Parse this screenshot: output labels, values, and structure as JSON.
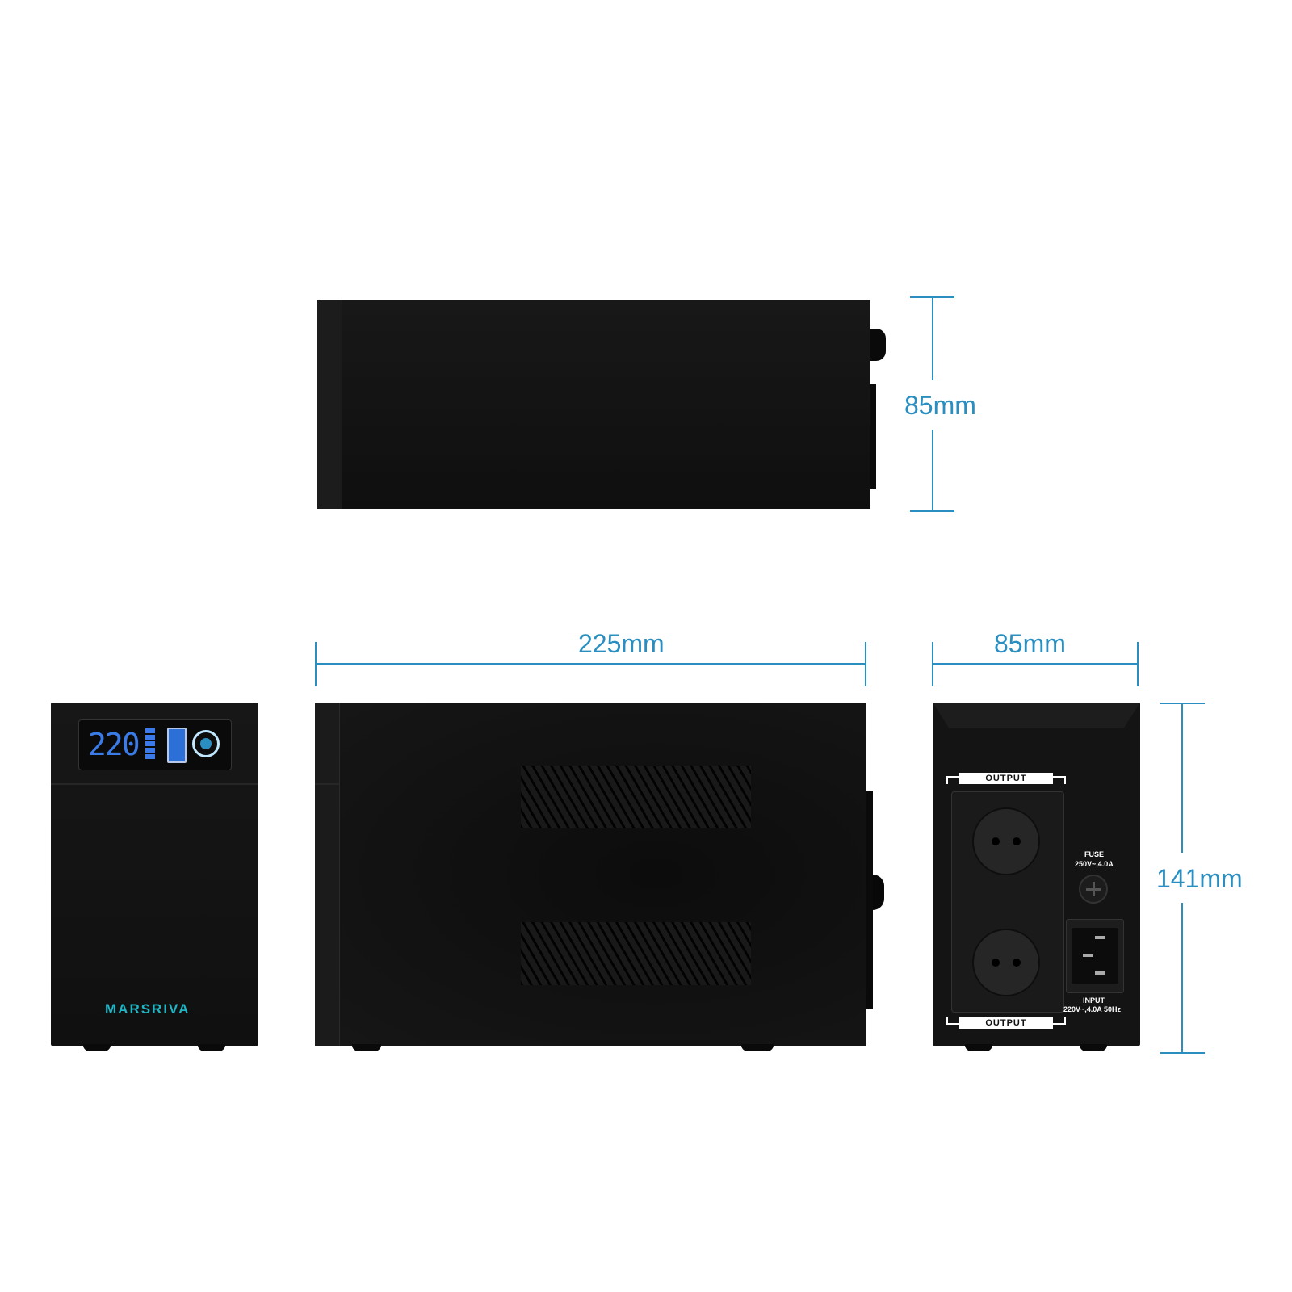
{
  "dimensions": {
    "height_top": "85mm",
    "length": "225mm",
    "depth": "85mm",
    "height_back": "141mm"
  },
  "front": {
    "brand": "MARSRIVA",
    "lcd_value": "220"
  },
  "back": {
    "output_top": "OUTPUT",
    "output_bottom": "OUTPUT",
    "fuse_title": "FUSE",
    "fuse_rating": "250V~,4.0A",
    "input_title": "INPUT",
    "input_rating": "220V~,4.0A 50Hz"
  },
  "colors": {
    "dimension_lines": "#2a8fc0",
    "body": "#141414",
    "brand": "#1fb5c4",
    "lcd": "#3b7be8"
  }
}
